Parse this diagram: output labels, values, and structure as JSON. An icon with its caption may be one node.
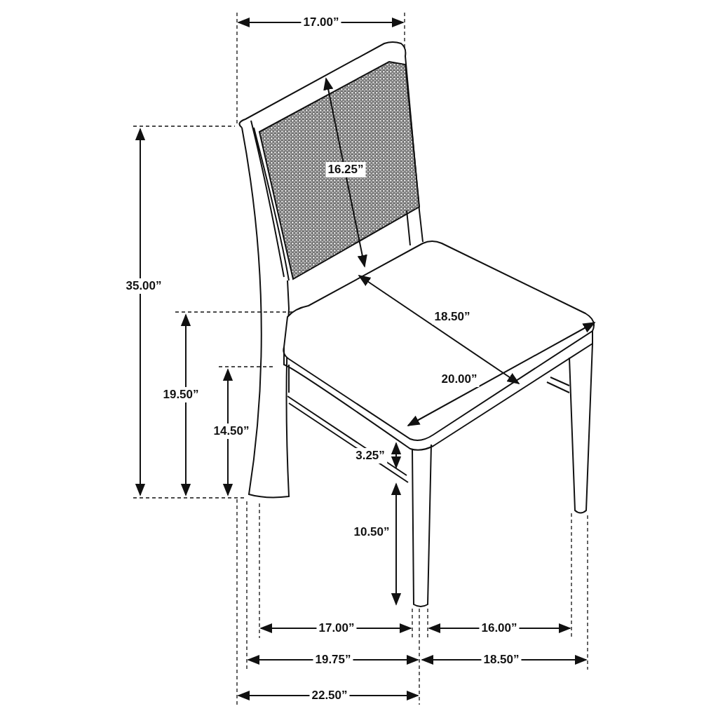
{
  "diagram": {
    "labels": [
      "17.00”",
      "35.00”",
      "16.25”",
      "18.50”",
      "19.50”",
      "20.00”",
      "14.50”",
      "3.25”",
      "10.50”",
      "17.00”",
      "16.00”",
      "19.75”",
      "18.50”",
      "22.50”"
    ]
  }
}
